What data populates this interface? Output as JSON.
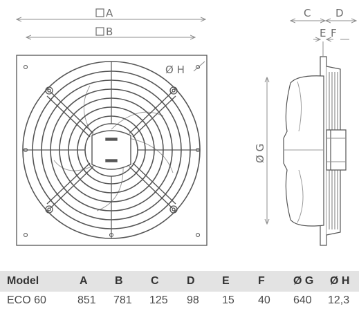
{
  "dimension_labels": {
    "a": "A",
    "b": "B",
    "c": "C",
    "d": "D",
    "e": "E",
    "f": "F",
    "g": "Ø G",
    "h": "Ø H"
  },
  "table": {
    "headers": [
      "Model",
      "A",
      "B",
      "C",
      "D",
      "E",
      "F",
      "Ø G",
      "Ø H"
    ],
    "row": [
      "ECO 60",
      "851",
      "781",
      "125",
      "98",
      "15",
      "40",
      "640",
      "12,3"
    ]
  },
  "colors": {
    "line": "#555555",
    "dim_line": "#8c8c8c",
    "text": "#3d3d3d",
    "header_bg": "#e3e3e3"
  }
}
